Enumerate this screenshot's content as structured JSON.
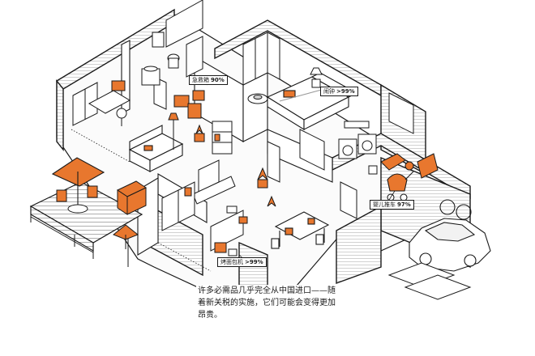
{
  "callouts": {
    "first_aid": {
      "label": "急救箱",
      "share": "90%"
    },
    "alarm_clock": {
      "label": "闹钟",
      "share": ">99%"
    },
    "stroller": {
      "label": "婴儿推车",
      "share": "97%"
    },
    "toaster": {
      "label": "烤面包机",
      "share": ">99%"
    }
  },
  "caption": "许多必需品几乎完全从中国进口——随着新关税的实施，它们可能会变得更加昂贵。",
  "colors": {
    "highlight": "#E8772E",
    "ink": "#1a1a1a",
    "paper": "#ffffff"
  }
}
